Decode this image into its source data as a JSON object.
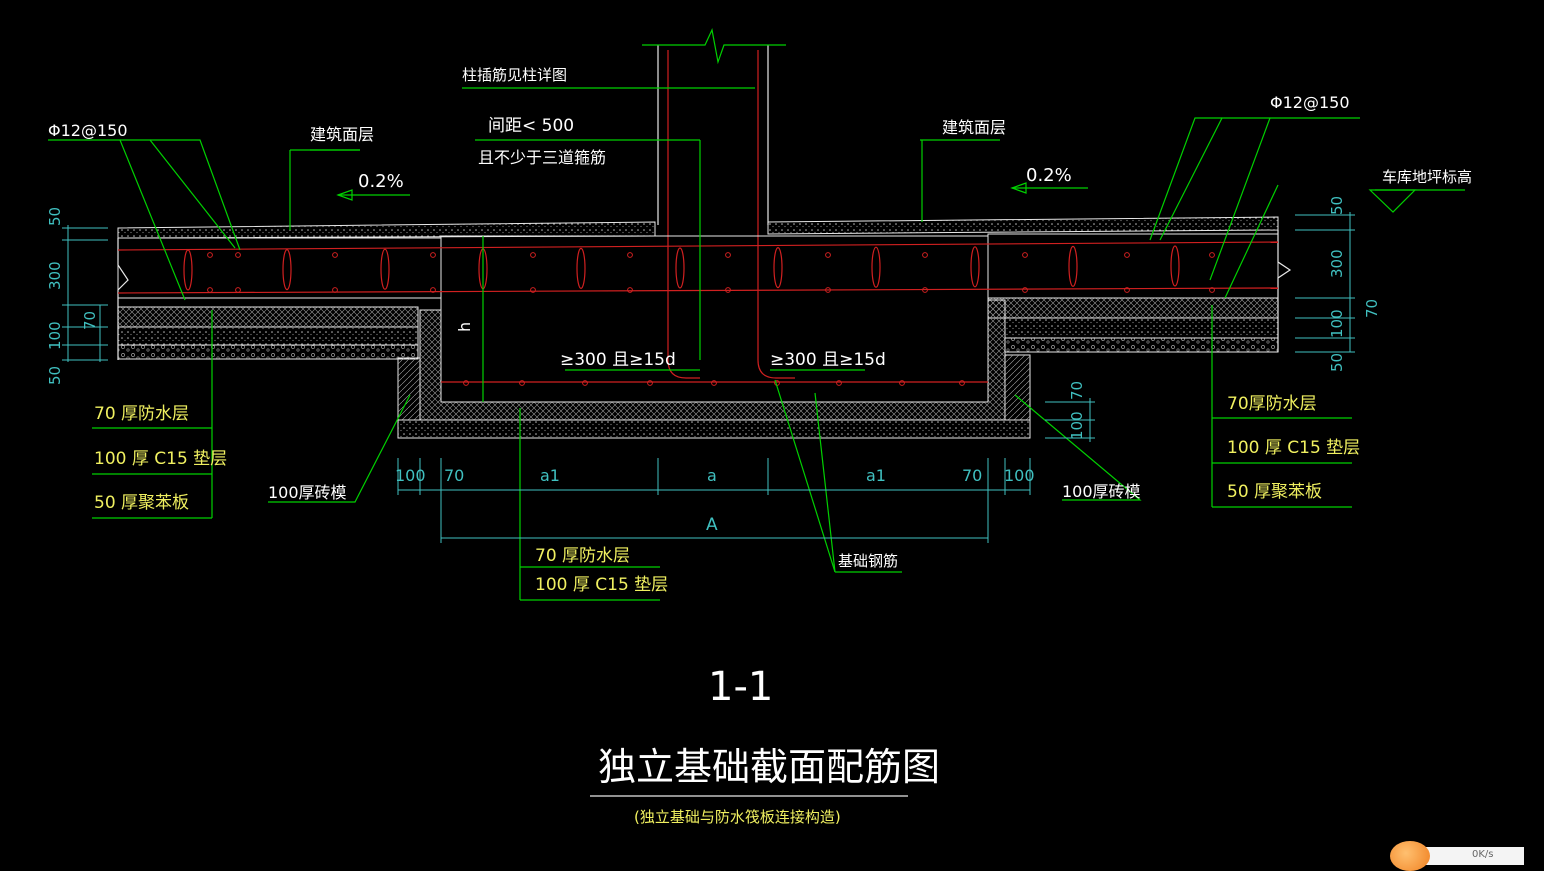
{
  "labels": {
    "column_rebar_note": "柱插筋见柱详图",
    "spacing_note_1": "间距< 500",
    "spacing_note_2": "且不少于三道箍筋",
    "left_rebar": "Φ12@150",
    "right_rebar": "Φ12@150",
    "left_finish": "建筑面层",
    "right_finish": "建筑面层",
    "left_slope": "0.2%",
    "right_slope": "0.2%",
    "garage_level": "车库地坪标高",
    "anchor_left": "≥300 且≥15d",
    "anchor_right": "≥300 且≥15d",
    "h_label": "h",
    "base_rebar": "基础钢筋",
    "left_brick": "100厚砖模",
    "right_brick": "100厚砖模"
  },
  "left_layers": [
    "70 厚防水层",
    "100 厚 C15 垫层",
    "50 厚聚苯板"
  ],
  "right_layers": [
    "70厚防水层",
    "100 厚 C15 垫层",
    "50 厚聚苯板"
  ],
  "bottom_layers": [
    "70 厚防水层",
    "100 厚 C15 垫层"
  ],
  "left_dims": [
    "50",
    "300",
    "70",
    "100",
    "50"
  ],
  "right_dims": [
    "50",
    "300",
    "100",
    "50",
    "70"
  ],
  "footing_dims": [
    "70",
    "100"
  ],
  "horizontal_dims": [
    "100",
    "70",
    "a1",
    "a",
    "a1",
    "70",
    "100"
  ],
  "overall_dim": "A",
  "section_mark": "1-1",
  "drawing_title": "独立基础截面配筋图",
  "drawing_subtitle": "(独立基础与防水筏板连接构造)",
  "colors": {
    "background": "#000000",
    "leader": "#00d000",
    "rebar": "#d02020",
    "concrete": "#e8e8e8",
    "dimension": "#40c0c0",
    "label": "#f0f060"
  },
  "widget_text": "0K/s"
}
